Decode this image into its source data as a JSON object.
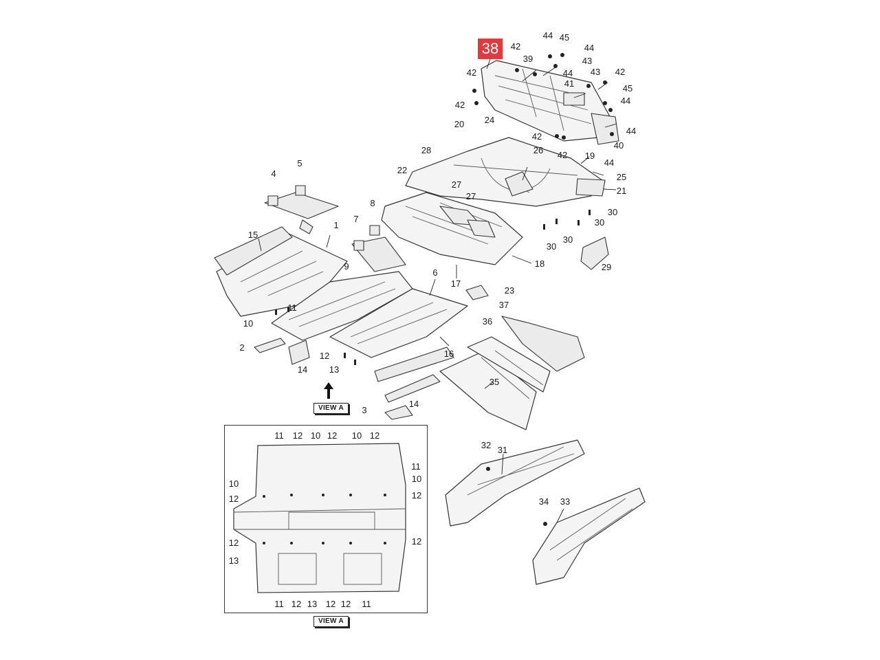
{
  "highlight": {
    "label": "38",
    "color": "#e0393e"
  },
  "view_labels": {
    "main": "VIEW A",
    "inset": "VIEW A"
  },
  "callouts": {
    "c44a": "44",
    "c45a": "45",
    "c42a": "42",
    "c39": "39",
    "c44b": "44",
    "c44c": "44",
    "c43a": "43",
    "c42b": "42",
    "c43b": "43",
    "c42c": "42",
    "c41": "41",
    "c45b": "45",
    "c42d": "42",
    "c44d": "44",
    "c44e": "44",
    "c20": "20",
    "c24": "24",
    "c42e": "42",
    "c40": "40",
    "c42f": "42",
    "c19": "19",
    "c28": "28",
    "c26": "26",
    "c44f": "44",
    "c25": "25",
    "c22": "22",
    "c21": "21",
    "c27a": "27",
    "c27b": "27",
    "c4": "4",
    "c5": "5",
    "c8": "8",
    "c30a": "30",
    "c30b": "30",
    "c7": "7",
    "c1": "1",
    "c30c": "30",
    "c30d": "30",
    "c15": "15",
    "c18": "18",
    "c29": "29",
    "c9": "9",
    "c6": "6",
    "c17": "17",
    "c23": "23",
    "c37": "37",
    "c11": "11",
    "c10": "10",
    "c36": "36",
    "c2": "2",
    "c16": "16",
    "c12": "12",
    "c14a": "14",
    "c13": "13",
    "c35": "35",
    "c14b": "14",
    "c3": "3",
    "c32": "32",
    "c31": "31",
    "c34": "34",
    "c33": "33"
  },
  "inset_callouts": {
    "t11a": "11",
    "t12a": "12",
    "t10a": "10",
    "t12b": "12",
    "t10b": "10",
    "t12c": "12",
    "t11b": "11",
    "t10c": "10",
    "t10d": "10",
    "t12d": "12",
    "t12e": "12",
    "t12f": "12",
    "t12g": "12",
    "t13": "13",
    "b11a": "11",
    "b12a": "12",
    "b13": "13",
    "b12b": "12",
    "b12c": "12",
    "b11b": "11"
  }
}
